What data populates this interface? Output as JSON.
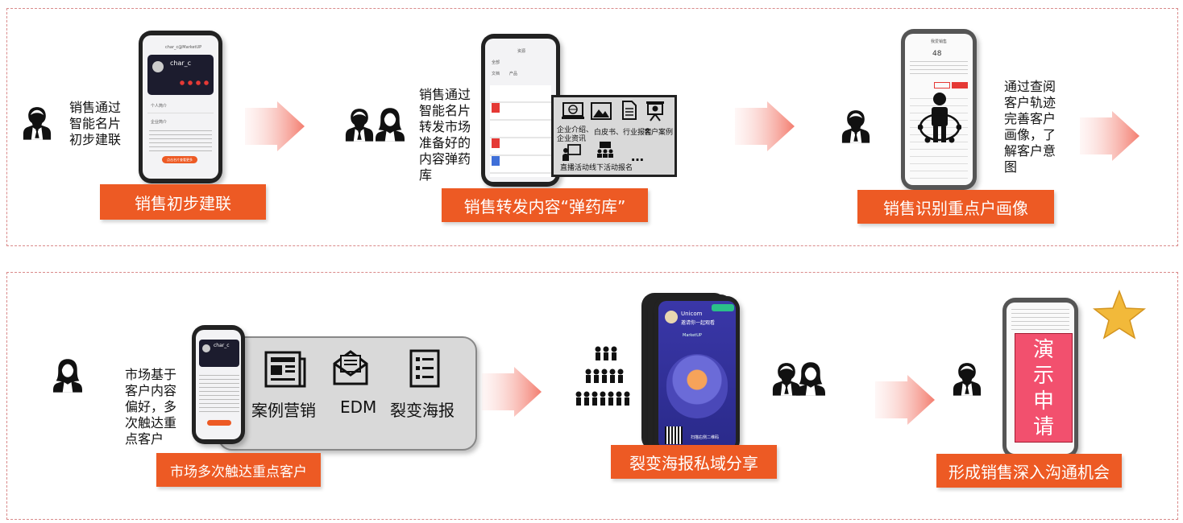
{
  "row1": {
    "step1": {
      "desc": [
        "销售通过",
        "智能名片",
        "初步建联"
      ],
      "label": "销售初步建联",
      "phone": {
        "header": "char_c@MarketUP",
        "name": "char_c",
        "section1": "个人简介",
        "section2": "企业简介",
        "button": "点击名片查看更多"
      }
    },
    "step2": {
      "desc": [
        "销售通过",
        "智能名片",
        "转发市场",
        "准备好的",
        "内容弹药",
        "库"
      ],
      "label": "销售转发内容“弹药库”",
      "phone": {
        "header": "资源",
        "tab1": "全部",
        "tab2": "文档",
        "tab3": "产品"
      },
      "overlay": {
        "items": [
          "企业介绍、\n企业资讯",
          "白皮书、行业报告",
          "客户案例",
          "直播活动",
          "线下活动报名",
          "…"
        ]
      }
    },
    "step3": {
      "desc": [
        "通过查阅",
        "客户轨迹",
        "完善客户",
        "画像，了",
        "解客户意",
        "图"
      ],
      "label": "销售识别重点户画像",
      "phone": {
        "header": "我爱销售",
        "count": "48"
      }
    }
  },
  "row2": {
    "step1": {
      "desc": [
        "市场基于",
        "客户内容",
        "偏好，多",
        "次触达重",
        "点客户"
      ],
      "label": "市场多次触达重点客户",
      "phone": {
        "name": "char_c"
      },
      "tools": [
        "案例营销",
        "EDM",
        "裂变海报"
      ]
    },
    "step2": {
      "label": "裂变海报私域分享",
      "poster": {
        "brand": "Unicom",
        "invite": "邀请你一起观看",
        "tag": "MarketUP",
        "qr_caption": "扫描右侧二维码"
      }
    },
    "step3": {
      "label": "形成销售深入沟通机会",
      "demo": [
        "演",
        "示",
        "申",
        "请"
      ]
    }
  },
  "colors": {
    "accent": "#ed5a24",
    "dashed": "#d98a8a",
    "demo_bg": "#f2506e"
  }
}
